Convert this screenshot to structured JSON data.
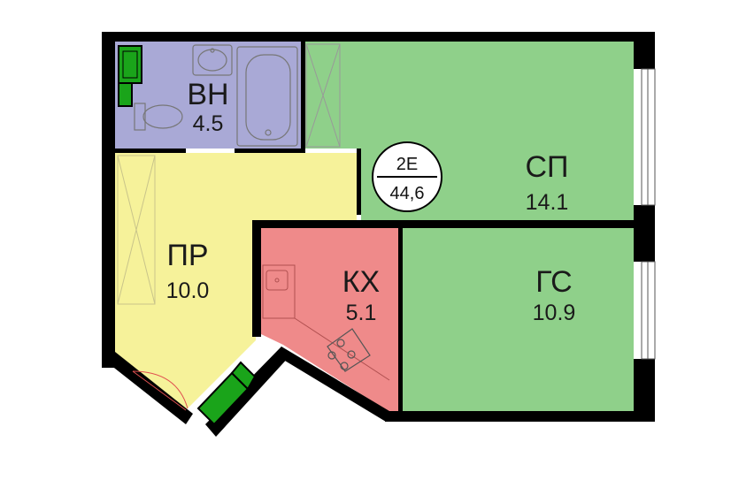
{
  "apartment": {
    "type": "2E",
    "total_area": "44,6"
  },
  "rooms": {
    "bathroom": {
      "name": "ВН",
      "area": "4.5"
    },
    "bedroom": {
      "name": "СП",
      "area": "14.1"
    },
    "hall": {
      "name": "ПР",
      "area": "10.0"
    },
    "kitchen": {
      "name": "КХ",
      "area": "5.1"
    },
    "living_room": {
      "name": "ГС",
      "area": "10.9"
    }
  },
  "colors": {
    "bathroom": "#a9a9d6",
    "bedroom": "#8fd08a",
    "hall": "#f6f29a",
    "kitchen": "#ef8a8a",
    "living_room": "#8fd08a",
    "wall": "#000000",
    "furniture": "#1aa41a"
  }
}
